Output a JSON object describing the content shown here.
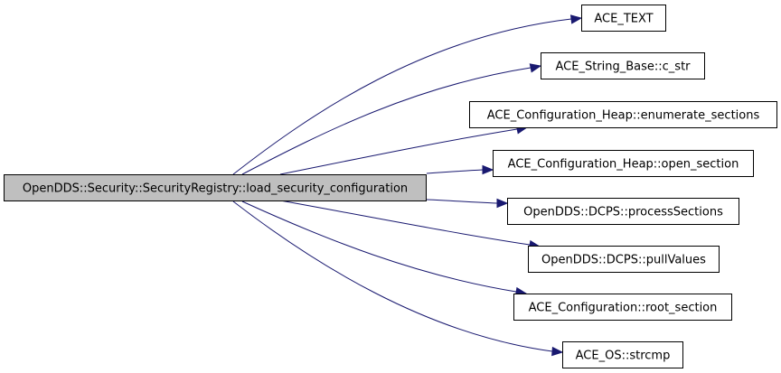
{
  "diagram": {
    "type": "call-graph",
    "edge_color": "#191970",
    "root": {
      "id": "root",
      "label": "OpenDDS::Security::SecurityRegistry::load_security_configuration",
      "fill": "#bfbfbf"
    },
    "callees": [
      {
        "id": "ace_text",
        "label": "ACE_TEXT"
      },
      {
        "id": "c_str",
        "label": "ACE_String_Base::c_str"
      },
      {
        "id": "enumerate_sections",
        "label": "ACE_Configuration_Heap::enumerate_sections"
      },
      {
        "id": "open_section",
        "label": "ACE_Configuration_Heap::open_section"
      },
      {
        "id": "process_sections",
        "label": "OpenDDS::DCPS::processSections"
      },
      {
        "id": "pull_values",
        "label": "OpenDDS::DCPS::pullValues"
      },
      {
        "id": "root_section",
        "label": "ACE_Configuration::root_section"
      },
      {
        "id": "strcmp",
        "label": "ACE_OS::strcmp"
      }
    ],
    "edges": [
      {
        "from": "root",
        "to": "ace_text"
      },
      {
        "from": "root",
        "to": "c_str"
      },
      {
        "from": "root",
        "to": "enumerate_sections"
      },
      {
        "from": "root",
        "to": "open_section"
      },
      {
        "from": "root",
        "to": "process_sections"
      },
      {
        "from": "root",
        "to": "pull_values"
      },
      {
        "from": "root",
        "to": "root_section"
      },
      {
        "from": "root",
        "to": "strcmp"
      }
    ]
  }
}
